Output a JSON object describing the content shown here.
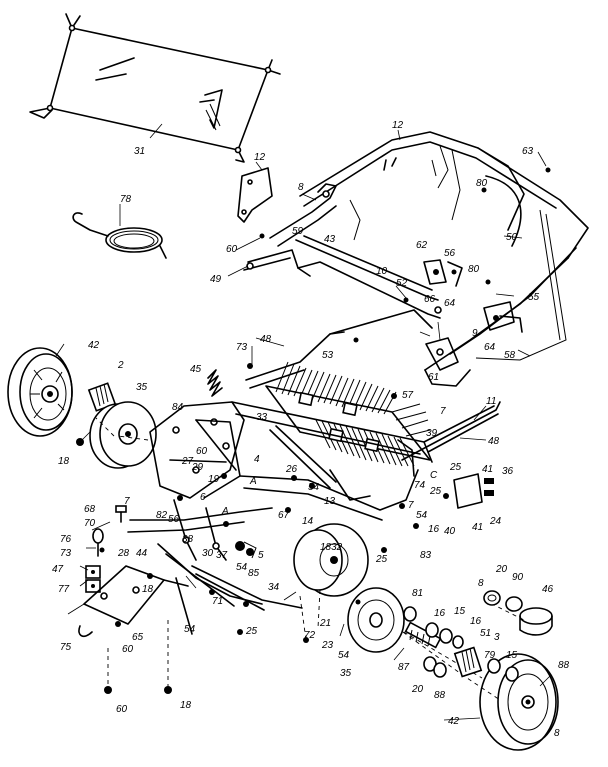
{
  "diagram": {
    "callouts": [
      {
        "key": "c31",
        "text": "31"
      },
      {
        "key": "c12a",
        "text": "12"
      },
      {
        "key": "c12b",
        "text": "12"
      },
      {
        "key": "c63",
        "text": "63"
      },
      {
        "key": "c78",
        "text": "78"
      },
      {
        "key": "c8a",
        "text": "8"
      },
      {
        "key": "c80a",
        "text": "80"
      },
      {
        "key": "c60a",
        "text": "60"
      },
      {
        "key": "c59",
        "text": "59"
      },
      {
        "key": "c43",
        "text": "43"
      },
      {
        "key": "c10",
        "text": "10"
      },
      {
        "key": "c50",
        "text": "50"
      },
      {
        "key": "c62",
        "text": "62"
      },
      {
        "key": "c56a",
        "text": "56"
      },
      {
        "key": "c80b",
        "text": "80"
      },
      {
        "key": "c49",
        "text": "49"
      },
      {
        "key": "c52",
        "text": "52"
      },
      {
        "key": "c66",
        "text": "66"
      },
      {
        "key": "c64a",
        "text": "64"
      },
      {
        "key": "c55",
        "text": "55"
      },
      {
        "key": "c9",
        "text": "9"
      },
      {
        "key": "c42a",
        "text": "42"
      },
      {
        "key": "c73a",
        "text": "73"
      },
      {
        "key": "c48a",
        "text": "48"
      },
      {
        "key": "c53",
        "text": "53"
      },
      {
        "key": "c64b",
        "text": "64"
      },
      {
        "key": "c58",
        "text": "58"
      },
      {
        "key": "c2",
        "text": "2"
      },
      {
        "key": "c45",
        "text": "45"
      },
      {
        "key": "c61",
        "text": "61"
      },
      {
        "key": "c35a",
        "text": "35"
      },
      {
        "key": "c57",
        "text": "57"
      },
      {
        "key": "c11",
        "text": "11"
      },
      {
        "key": "c84",
        "text": "84"
      },
      {
        "key": "c7a",
        "text": "7"
      },
      {
        "key": "c33",
        "text": "33"
      },
      {
        "key": "c39",
        "text": "39"
      },
      {
        "key": "c18a",
        "text": "18"
      },
      {
        "key": "c60b",
        "text": "60"
      },
      {
        "key": "c48b",
        "text": "48"
      },
      {
        "key": "c27",
        "text": "27"
      },
      {
        "key": "c29",
        "text": "29"
      },
      {
        "key": "c4",
        "text": "4"
      },
      {
        "key": "c26",
        "text": "26"
      },
      {
        "key": "cC",
        "text": "C"
      },
      {
        "key": "c25a",
        "text": "25"
      },
      {
        "key": "c41a",
        "text": "41"
      },
      {
        "key": "c36",
        "text": "36"
      },
      {
        "key": "c54a",
        "text": "54"
      },
      {
        "key": "c19",
        "text": "19"
      },
      {
        "key": "cA1",
        "text": "A"
      },
      {
        "key": "c74",
        "text": "74"
      },
      {
        "key": "c6",
        "text": "6"
      },
      {
        "key": "c13",
        "text": "13"
      },
      {
        "key": "c7b",
        "text": "7"
      },
      {
        "key": "c54b",
        "text": "54"
      },
      {
        "key": "c16a",
        "text": "16"
      },
      {
        "key": "c24",
        "text": "24"
      },
      {
        "key": "c25b",
        "text": "25"
      },
      {
        "key": "c40",
        "text": "40"
      },
      {
        "key": "c41b",
        "text": "41"
      },
      {
        "key": "c68",
        "text": "68"
      },
      {
        "key": "c7c",
        "text": "7"
      },
      {
        "key": "cA2",
        "text": "A"
      },
      {
        "key": "c82",
        "text": "82"
      },
      {
        "key": "c56b",
        "text": "56"
      },
      {
        "key": "c67",
        "text": "67"
      },
      {
        "key": "c14",
        "text": "14"
      },
      {
        "key": "c70",
        "text": "70"
      },
      {
        "key": "c76",
        "text": "76"
      },
      {
        "key": "c28",
        "text": "28"
      },
      {
        "key": "c44",
        "text": "44"
      },
      {
        "key": "c38",
        "text": "38"
      },
      {
        "key": "c30",
        "text": "30"
      },
      {
        "key": "c37",
        "text": "37"
      },
      {
        "key": "c5",
        "text": "5"
      },
      {
        "key": "c1832",
        "text": "1832"
      },
      {
        "key": "c73b",
        "text": "73"
      },
      {
        "key": "c25c",
        "text": "25"
      },
      {
        "key": "c83",
        "text": "83"
      },
      {
        "key": "c47",
        "text": "47"
      },
      {
        "key": "c54c",
        "text": "54"
      },
      {
        "key": "c85",
        "text": "85"
      },
      {
        "key": "c20a",
        "text": "20"
      },
      {
        "key": "c90",
        "text": "90"
      },
      {
        "key": "c8b",
        "text": "8"
      },
      {
        "key": "c46",
        "text": "46"
      },
      {
        "key": "c77",
        "text": "77"
      },
      {
        "key": "c18b",
        "text": "18"
      },
      {
        "key": "c71",
        "text": "71"
      },
      {
        "key": "c34",
        "text": "34"
      },
      {
        "key": "c81",
        "text": "81"
      },
      {
        "key": "c16b",
        "text": "16"
      },
      {
        "key": "c15a",
        "text": "15"
      },
      {
        "key": "c16c",
        "text": "16"
      },
      {
        "key": "c65",
        "text": "65"
      },
      {
        "key": "c54d",
        "text": "54"
      },
      {
        "key": "c25d",
        "text": "25"
      },
      {
        "key": "c72",
        "text": "72"
      },
      {
        "key": "c21",
        "text": "21"
      },
      {
        "key": "c23",
        "text": "23"
      },
      {
        "key": "c51",
        "text": "51"
      },
      {
        "key": "c3",
        "text": "3"
      },
      {
        "key": "c75",
        "text": "75"
      },
      {
        "key": "c60c",
        "text": "60"
      },
      {
        "key": "c54e",
        "text": "54"
      },
      {
        "key": "c87",
        "text": "87"
      },
      {
        "key": "c79",
        "text": "79"
      },
      {
        "key": "c15b",
        "text": "15"
      },
      {
        "key": "c88a",
        "text": "88"
      },
      {
        "key": "c35b",
        "text": "35"
      },
      {
        "key": "c20b",
        "text": "20"
      },
      {
        "key": "c88b",
        "text": "88"
      },
      {
        "key": "c60d",
        "text": "60"
      },
      {
        "key": "c18c",
        "text": "18"
      },
      {
        "key": "c42b",
        "text": "42"
      },
      {
        "key": "c8c",
        "text": "8"
      }
    ]
  }
}
